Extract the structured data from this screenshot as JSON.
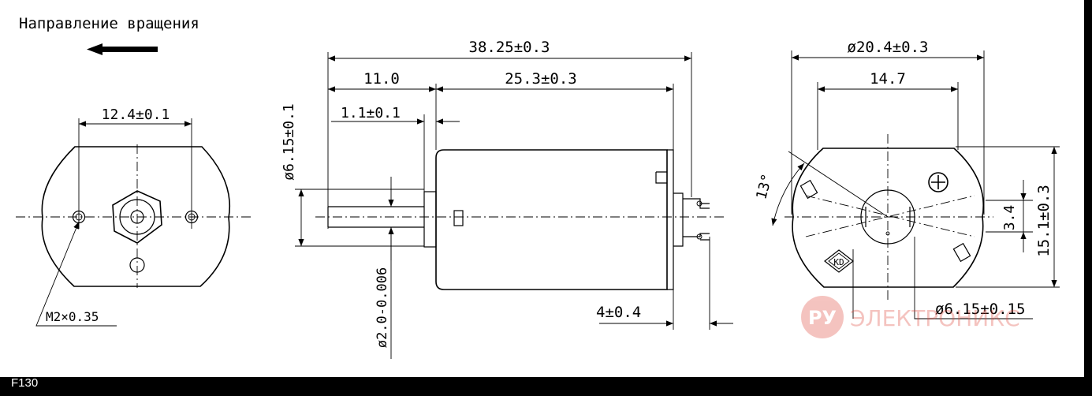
{
  "title_text": "Направление вращения",
  "model_code": "F130",
  "watermark": {
    "logo": "РУ",
    "text": "ЭЛЕКТРОНИКС",
    "color": "#e0463c"
  },
  "front_view": {
    "dim_hole_spacing": "12.4±0.1",
    "dim_thread": "M2×0.35"
  },
  "side_view": {
    "dim_total_length": "38.25±0.3",
    "dim_shaft_length": "11.0",
    "dim_body_length": "25.3±0.3",
    "dim_boss_length": "1.1±0.1",
    "dim_boss_diameter": "ø6.15±0.1",
    "dim_shaft_diameter": "ø2.0-0.006",
    "dim_terminal_length": "4±0.4"
  },
  "rear_view": {
    "dim_diameter": "ø20.4±0.3",
    "dim_flat_width": "14.7",
    "dim_angle": "13°",
    "dim_offset": "3.4",
    "dim_height": "15.1±0.3",
    "dim_bearing": "ø6.15±0.15",
    "brand_mark": "KD"
  }
}
